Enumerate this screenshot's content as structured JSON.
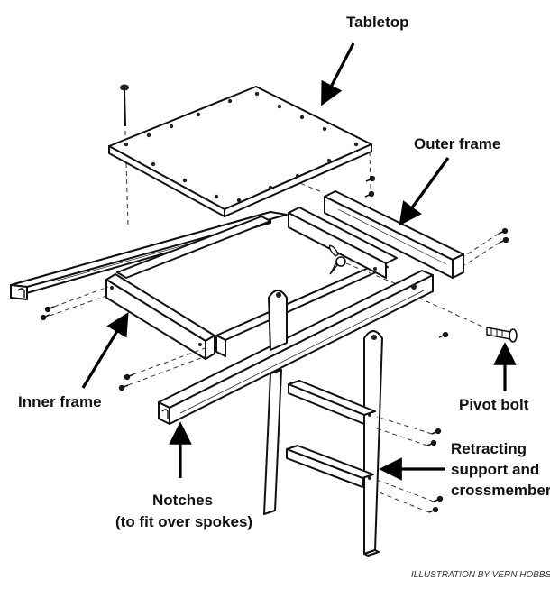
{
  "labels": {
    "tabletop": "Tabletop",
    "outer_frame": "Outer frame",
    "inner_frame": "Inner frame",
    "pivot_bolt": "Pivot bolt",
    "retracting_line1": "Retracting",
    "retracting_line2": "support and",
    "retracting_line3": "crossmembers",
    "notches_line1": "Notches",
    "notches_line2": "(to fit over spokes)"
  },
  "credit": "ILLUSTRATION BY VERN HOBBS"
}
